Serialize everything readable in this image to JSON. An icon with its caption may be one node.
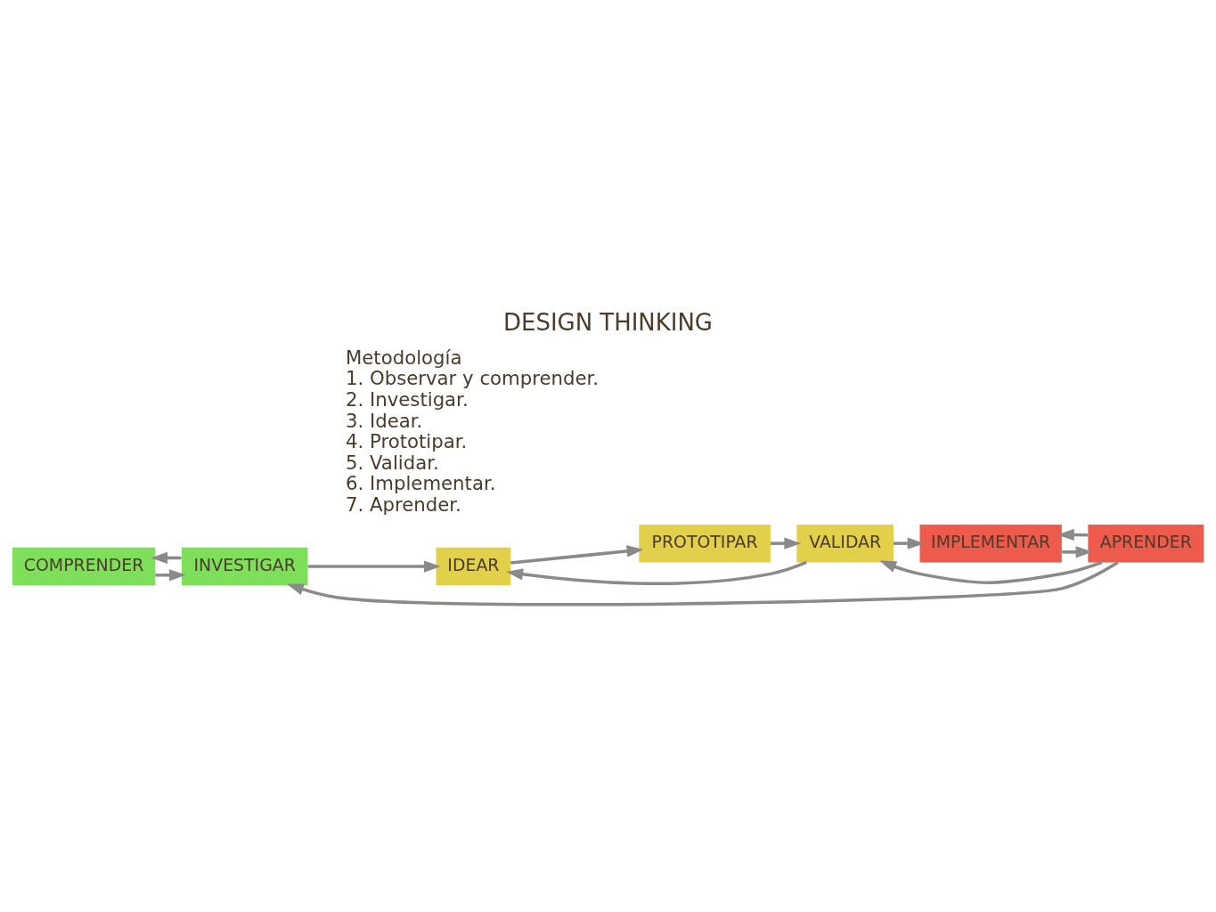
{
  "diagram": {
    "title": "DESIGN THINKING",
    "nodes": [
      {
        "text": [
          "COMPRENDER"
        ]
      },
      {
        "text": [
          "INVESTIGAR"
        ]
      },
      {
        "text": [
          "IDEAR"
        ]
      },
      {
        "text": [
          "PROTOTIPAR"
        ]
      },
      {
        "text": [
          "VALIDAR"
        ]
      },
      {
        "text": [
          "IMPLEMENTAR"
        ]
      },
      {
        "text": [
          "APRENDER"
        ]
      }
    ],
    "edges": [
      {
        "from": 0,
        "to": 1,
        "arrow": "to"
      },
      {
        "from": 1,
        "to": 2,
        "arrow": "to"
      },
      {
        "from": 2,
        "to": 3,
        "arrow": "to"
      },
      {
        "from": 3,
        "to": 4,
        "arrow": "to"
      },
      {
        "from": 4,
        "to": 5,
        "arrow": "to"
      },
      {
        "from": 5,
        "to": 6,
        "arrow": "to"
      },
      {
        "from": 1,
        "to": 0,
        "arrow": "to"
      },
      {
        "from": 4,
        "to": 2,
        "arrow": "to"
      },
      {
        "from": 6,
        "to": 5,
        "arrow": "to"
      },
      {
        "from": 6,
        "to": 4,
        "arrow": "to"
      },
      {
        "from": 6,
        "to": 1,
        "arrow": "to"
      }
    ],
    "labels": [
      "Metodología",
      "1. Observar y comprender.",
      "2. Investigar.",
      "3. Idear.",
      "4. Prototipar.",
      "5. Validar.",
      "6. Implementar.",
      "7. Aprender."
    ]
  }
}
